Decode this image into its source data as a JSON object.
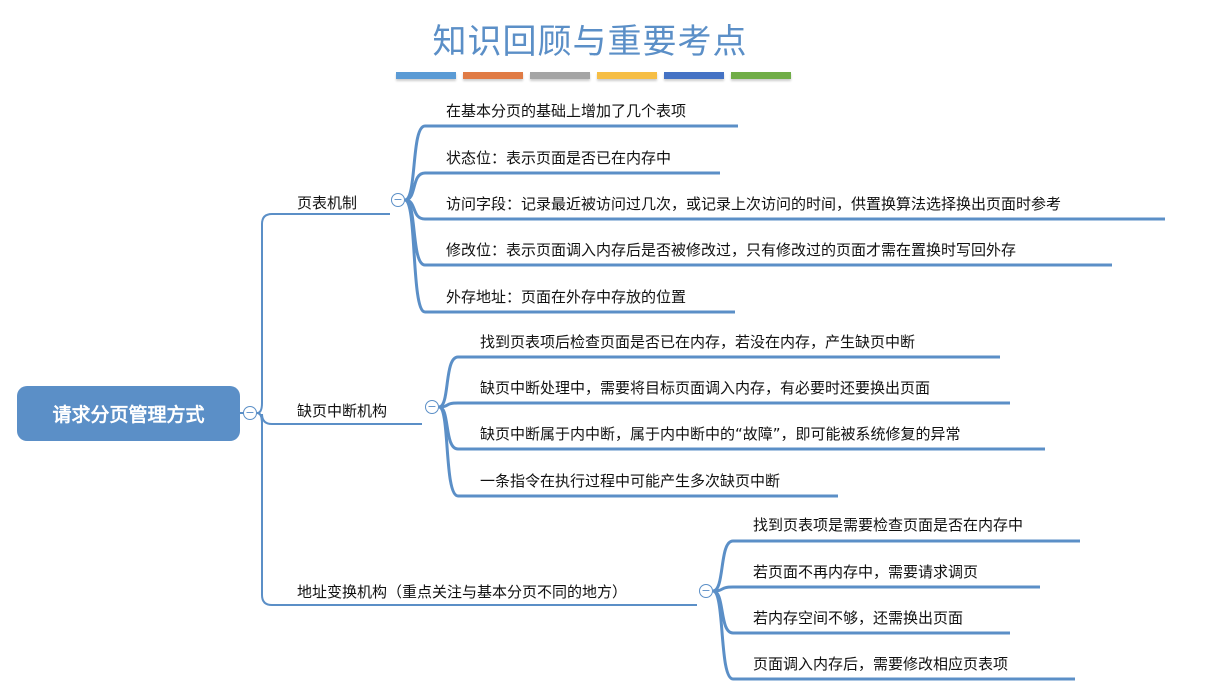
{
  "title": "知识回顾与重要考点",
  "title_bar_colors": [
    "#5b9bd5",
    "#e07b45",
    "#a5a5a5",
    "#f6be45",
    "#4472c4",
    "#70ad47"
  ],
  "root": "请求分页管理方式",
  "branches": [
    {
      "label": "页表机制",
      "children": [
        "在基本分页的基础上增加了几个表项",
        "状态位：表示页面是否已在内存中",
        "访问字段：记录最近被访问过几次，或记录上次访问的时间，供置换算法选择换出页面时参考",
        "修改位：表示页面调入内存后是否被修改过，只有修改过的页面才需在置换时写回外存",
        "外存地址：页面在外存中存放的位置"
      ]
    },
    {
      "label": "缺页中断机构",
      "children": [
        "找到页表项后检查页面是否已在内存，若没在内存，产生缺页中断",
        "缺页中断处理中，需要将目标页面调入内存，有必要时还要换出页面",
        "缺页中断属于内中断，属于内中断中的“故障”，即可能被系统修复的异常",
        "一条指令在执行过程中可能产生多次缺页中断"
      ]
    },
    {
      "label": "地址变换机构（重点关注与基本分页不同的地方）",
      "children": [
        "找到页表项是需要检查页面是否在内存中",
        "若页面不再内存中，需要请求调页",
        "若内存空间不够，还需换出页面",
        "页面调入内存后，需要修改相应页表项"
      ]
    }
  ],
  "collapse_symbol": "−"
}
